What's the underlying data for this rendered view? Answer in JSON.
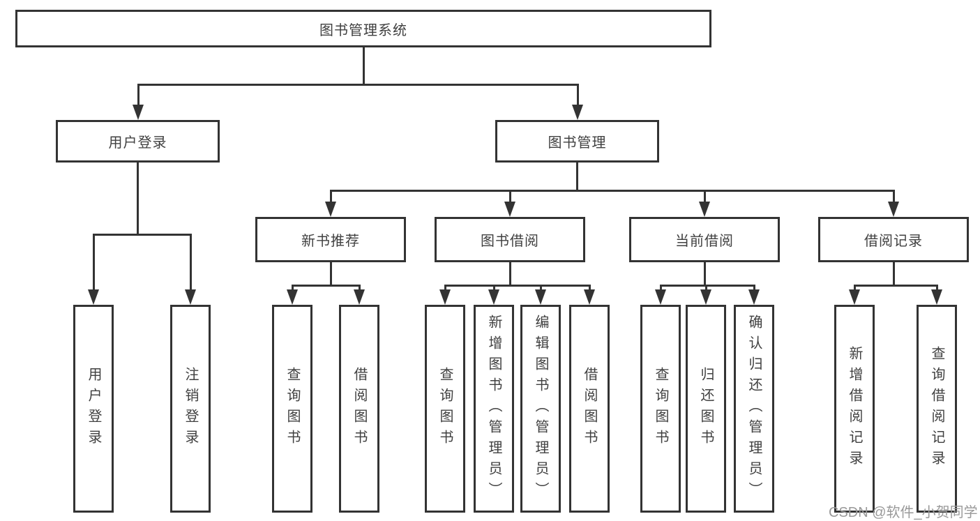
{
  "colors": {
    "background": "#ffffff",
    "line": "#333333",
    "box_border": "#333333",
    "box_fill": "#ffffff",
    "text": "#404040",
    "watermark": "#999999"
  },
  "watermark": {
    "text": "CSDN @软件_小贺同学"
  },
  "tree": {
    "root": {
      "label": "图书管理系统"
    },
    "children": [
      {
        "label": "用户登录",
        "children": [
          {
            "label": "用户登录"
          },
          {
            "label": "注销登录"
          }
        ]
      },
      {
        "label": "图书管理",
        "children": [
          {
            "label": "新书推荐",
            "children": [
              {
                "label": "查询图书"
              },
              {
                "label": "借阅图书"
              }
            ]
          },
          {
            "label": "图书借阅",
            "children": [
              {
                "label": "查询图书"
              },
              {
                "label": "新增图书（管理员）"
              },
              {
                "label": "编辑图书（管理员）"
              },
              {
                "label": "借阅图书"
              }
            ]
          },
          {
            "label": "当前借阅",
            "children": [
              {
                "label": "查询图书"
              },
              {
                "label": "归还图书"
              },
              {
                "label": "确认归还（管理员）"
              }
            ]
          },
          {
            "label": "借阅记录",
            "children": [
              {
                "label": "新增借阅记录"
              },
              {
                "label": "查询借阅记录"
              }
            ]
          }
        ]
      }
    ]
  }
}
